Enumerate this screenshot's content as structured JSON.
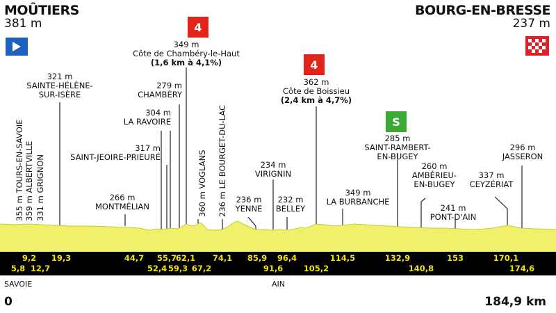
{
  "start": {
    "city": "MOÛTIERS",
    "altitude": "381 m"
  },
  "finish": {
    "city": "BOURG-EN-BRESSE",
    "altitude": "237 m"
  },
  "climbs": [
    {
      "category": "4",
      "altitude": "349 m",
      "name": "Côte de Chambéry-le-Haut",
      "detail": "(1,6 km à 4,1%)"
    },
    {
      "category": "4",
      "altitude": "362 m",
      "name": "Côte de Boissieu",
      "detail": "(2,4 km à 4,7%)"
    }
  ],
  "sprint": {
    "altitude": "285 m",
    "name_line1": "SAINT-RAMBERT-",
    "name_line2": "EN-BUGEY"
  },
  "places": {
    "sainte_helene": {
      "alt": "321 m",
      "l1": "SAINTE-HÉLÈNE-",
      "l2": "SUR-ISÈRE"
    },
    "chambery": {
      "alt": "279 m",
      "name": "CHAMBÉRY"
    },
    "la_ravoire": {
      "alt": "304 m",
      "name": "LA RAVOIRE"
    },
    "saint_jeoire": {
      "alt": "317 m",
      "name": "SAINT-JEOIRE-PRIEURÉ"
    },
    "montmelian": {
      "alt": "266 m",
      "name": "MONTMÉLIAN"
    },
    "virignin": {
      "alt": "234 m",
      "name": "VIRIGNIN"
    },
    "yenne": {
      "alt": "236 m",
      "name": "YENNE"
    },
    "belley": {
      "alt": "232 m",
      "name": "BELLEY"
    },
    "la_burbanche": {
      "alt": "349 m",
      "name": "LA BURBANCHE"
    },
    "amberieu": {
      "alt": "260 m",
      "l1": "AMBÉRIEU-",
      "l2": "EN-BUGEY"
    },
    "pont_d_ain": {
      "alt": "241 m",
      "name": "PONT-D'AIN"
    },
    "ceyzeriat": {
      "alt": "337 m",
      "name": "CEYZÉRIAT"
    },
    "jasseron": {
      "alt": "296 m",
      "name": "JASSERON"
    }
  },
  "vertical_places": [
    "355 m TOURS-EN-SAVOIE",
    "359 m ALBERTVILLE",
    "331 m GRIGNON",
    "360 m VOGLANS",
    "236 m LE BOURGET-DU-LAC"
  ],
  "km_top": [
    "9,2",
    "19,3",
    "44,7",
    "55,7",
    "62,1",
    "74,1",
    "85,9",
    "96,4",
    "114,5",
    "132,9",
    "153",
    "170,1"
  ],
  "km_bottom": [
    "5,8",
    "12,7",
    "52,4",
    "59,3",
    "67,2",
    "91,6",
    "105,2",
    "140,8",
    "174,6"
  ],
  "regions": {
    "left": "SAVOIE",
    "middle": "AIN"
  },
  "distance": {
    "start": "0",
    "end": "184,9 km"
  },
  "colors": {
    "profile": "#f0f06a",
    "band": "#000000",
    "km_text": "#f2e400",
    "climb_badge": "#e2231a",
    "sprint_badge": "#3aaa35",
    "start_flag": "#1f5fbf",
    "finish_flag": "#d9222a"
  }
}
